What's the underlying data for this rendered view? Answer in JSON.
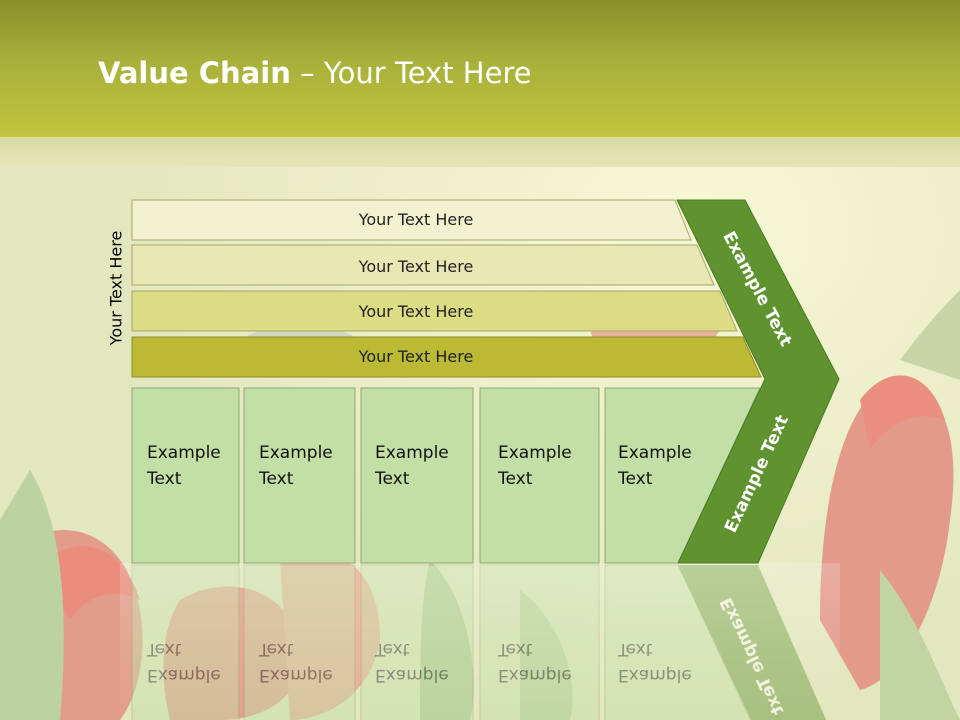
{
  "slide": {
    "title_bold": "Value Chain",
    "title_rest": " – Your Text Here",
    "side_label": "Your Text Here"
  },
  "bars": [
    {
      "label": "Your Text Here"
    },
    {
      "label": "Your Text Here"
    },
    {
      "label": "Your Text Here"
    },
    {
      "label": "Your Text Here"
    }
  ],
  "boxes": [
    {
      "line1": "Example",
      "line2": "Text"
    },
    {
      "line1": "Example",
      "line2": "Text"
    },
    {
      "line1": "Example",
      "line2": "Text"
    },
    {
      "line1": "Example",
      "line2": "Text"
    },
    {
      "line1": "Example",
      "line2": "Text"
    }
  ],
  "chevron": {
    "upper_label": "Example Text",
    "lower_label": "Example Text"
  },
  "colors": {
    "header": "#a9b03a",
    "bar_lightest": "#f2f2d0",
    "bar_light": "#e8e8b4",
    "bar_mid": "#dcdc84",
    "bar_dark": "#bcb934",
    "box_fill": "#c2dfa6",
    "chevron": "#5f9330"
  }
}
